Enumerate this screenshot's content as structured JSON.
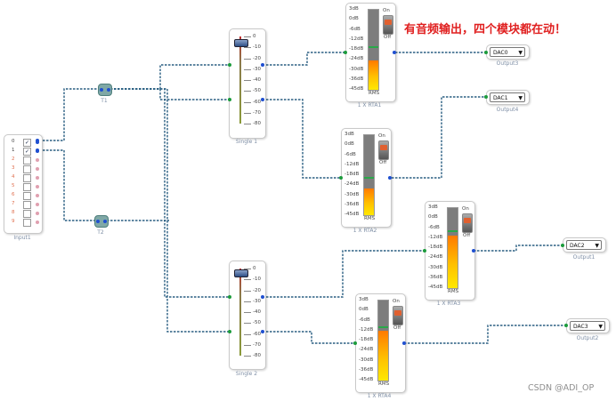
{
  "annotation": "有音频输出，四个模块都在动！",
  "watermark": "CSDN @ADI_OP",
  "input": {
    "caption": "Input1",
    "channels": [
      "0",
      "1",
      "2",
      "3",
      "4",
      "5",
      "6",
      "7",
      "8",
      "9"
    ],
    "checked": [
      true,
      true,
      false,
      false,
      false,
      false,
      false,
      false,
      false,
      false
    ]
  },
  "hubs": [
    {
      "caption": "T1"
    },
    {
      "caption": "T2"
    }
  ],
  "faders": [
    {
      "caption": "Single 1",
      "scale": [
        "0",
        "-10",
        "-20",
        "-30",
        "-40",
        "-50",
        "-60",
        "-70",
        "-80"
      ],
      "level": 0.05
    },
    {
      "caption": "Single 2",
      "scale": [
        "0",
        "-10",
        "-20",
        "-30",
        "-40",
        "-50",
        "-60",
        "-70",
        "-80"
      ],
      "level": 0.03
    }
  ],
  "meter_scale": [
    "3dB",
    "0dB",
    "-6dB",
    "-12dB",
    "-18dB",
    "-24dB",
    "-30dB",
    "-36dB",
    "-45dB"
  ],
  "meter_on": "On",
  "meter_off": "Off",
  "meter_rms": "RMS",
  "meters": [
    {
      "caption": "1 X RTA1",
      "level": 0.37,
      "peak": 0.52
    },
    {
      "caption": "1 X RTA2",
      "level": 0.33,
      "peak": 0.46
    },
    {
      "caption": "1 X RTA3",
      "level": 0.66,
      "peak": 0.7
    },
    {
      "caption": "1 X RTA4",
      "level": 0.62,
      "peak": 0.66
    }
  ],
  "outputs": [
    {
      "caption": "Output3",
      "value": "DAC0"
    },
    {
      "caption": "Output4",
      "value": "DAC1"
    },
    {
      "caption": "Output1",
      "value": "DAC2"
    },
    {
      "caption": "Output2",
      "value": "DAC3"
    }
  ],
  "colors": {
    "wire": "#2a5f82",
    "port_in": "#1c9c3c",
    "port_out": "#1f4fd0",
    "annotation": "#e02020"
  }
}
